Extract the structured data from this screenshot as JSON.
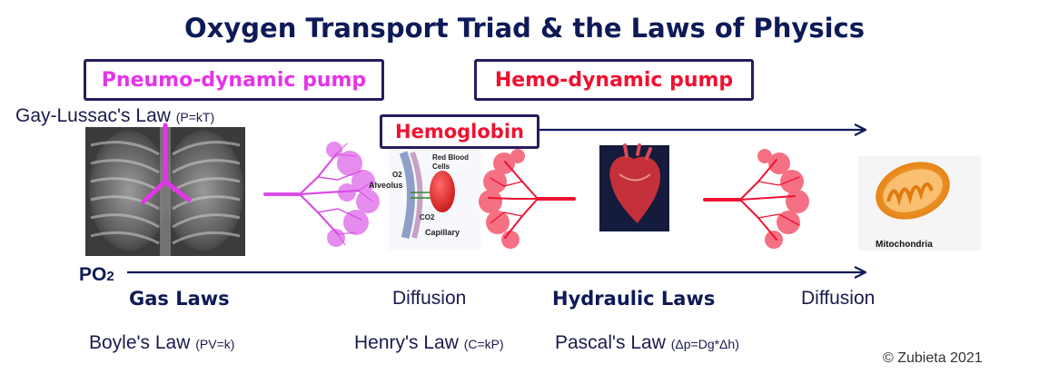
{
  "title": "Oxygen Transport Triad & the Laws of Physics",
  "pumps": {
    "pneumo": "Pneumo-dynamic pump",
    "hemo": "Hemo-dynamic pump",
    "hemoglobin": "Hemoglobin"
  },
  "gay_lussac": {
    "name": "Gay-Lussac's Law ",
    "formula": "(P=kT)"
  },
  "diffusion_inset": {
    "o2": "O2",
    "alveolus": "Alveolus",
    "rbc_line1": "Red Blood",
    "rbc_line2": "Cells",
    "co2": "CO2",
    "capillary": "Capillary"
  },
  "mitochondria_label": "Mitochondria",
  "axis_label": {
    "main": "PO",
    "sub": "2"
  },
  "sections": {
    "gas_laws": "Gas Laws",
    "diffusion_1": "Diffusion",
    "hydraulic_laws": "Hydraulic Laws",
    "diffusion_2": "Diffusion"
  },
  "laws": {
    "boyle": {
      "name": "Boyle's Law ",
      "formula": "(PV=k)"
    },
    "henry": {
      "name": "Henry's Law ",
      "formula": "(C=kP)"
    },
    "pascal": {
      "name": "Pascal's Law ",
      "formula": "(Δp=Dg*Δh)"
    }
  },
  "copyright": "© Zubieta 2021",
  "colors": {
    "title": "#0e1a57",
    "pneumo": "#e335e8",
    "hemo": "#ef1231",
    "arrow": "#0e1a57"
  }
}
